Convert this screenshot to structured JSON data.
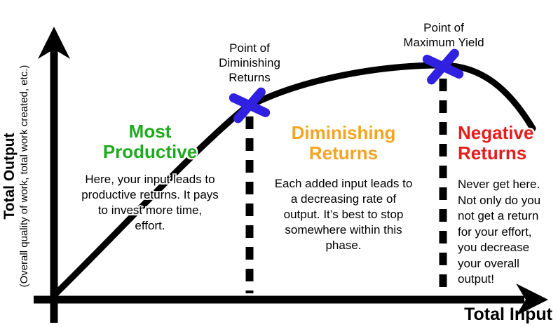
{
  "colors": {
    "curve": "#000000",
    "axis": "#000000",
    "marker_x": "#3020e0",
    "phase_most_productive": "#1eaa1e",
    "phase_diminishing": "#f6a420",
    "phase_negative": "#e81c1c",
    "background": "#ffffff"
  },
  "y_axis": {
    "title": "Total Output",
    "subtitle": "(Overall quality of work, total work created, etc.)"
  },
  "x_axis": {
    "title": "Total Input"
  },
  "points": {
    "diminishing": {
      "lines": [
        "Point of",
        "Diminishing",
        "Returns"
      ]
    },
    "max_yield": {
      "lines": [
        "Point of",
        "Maximum Yield"
      ]
    }
  },
  "phases": {
    "most_productive": {
      "heading_lines": [
        "Most",
        "Productive"
      ],
      "desc_lines": [
        "Here, your input leads to",
        "productive returns. It pays",
        "to invest more time,",
        "effort."
      ]
    },
    "diminishing": {
      "heading_lines": [
        "Diminishing",
        "Returns"
      ],
      "desc_lines": [
        "Each added input leads to",
        "a decreasing rate of",
        "output. It’s best to stop",
        "somewhere within this",
        "phase."
      ]
    },
    "negative": {
      "heading_lines": [
        "Negative",
        "Returns"
      ],
      "desc_lines": [
        "Never get here.",
        "Not only do you",
        "not get a return",
        "for your effort,",
        "you decrease",
        "your overall",
        "output!"
      ]
    }
  }
}
